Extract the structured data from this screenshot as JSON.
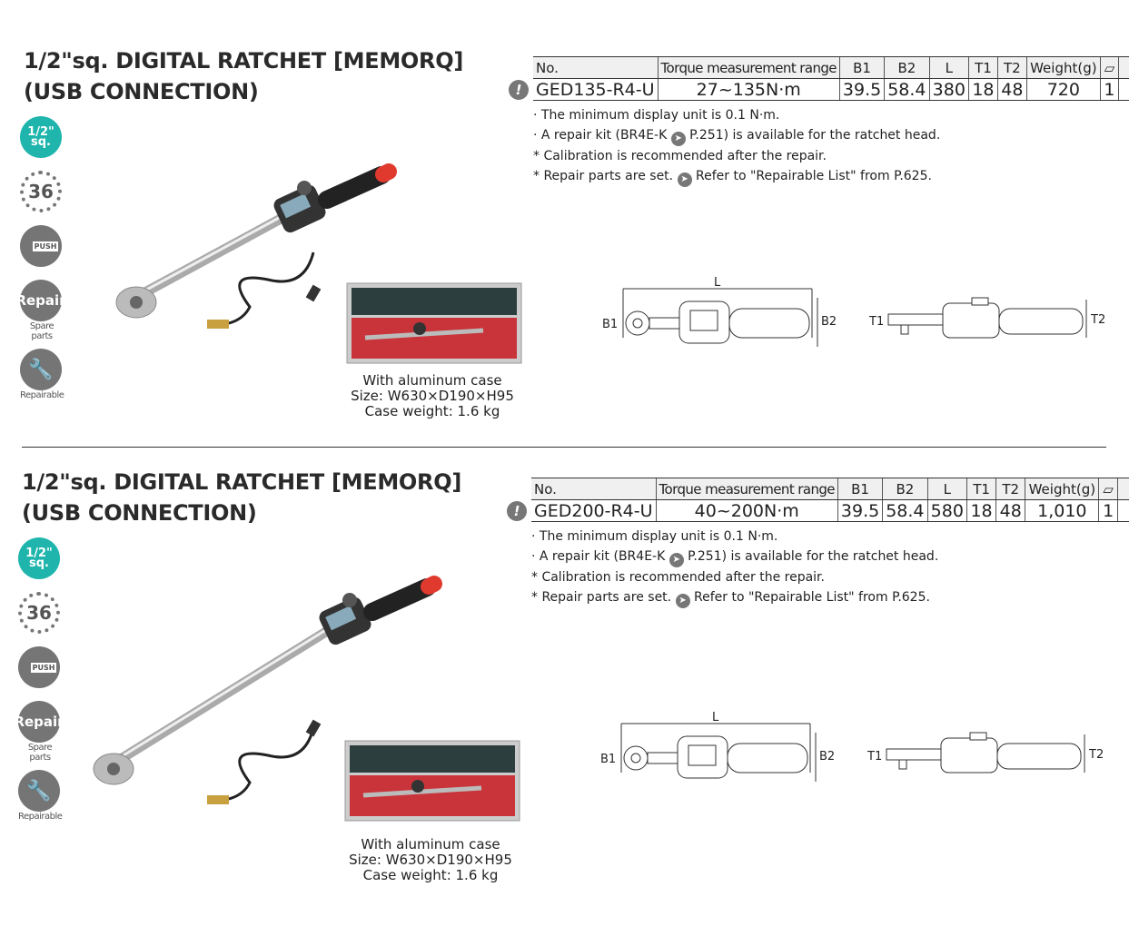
{
  "products": [
    {
      "title_line1": "1/2\"sq. DIGITAL RATCHET [MEMORQ]",
      "title_line2": "(USB CONNECTION)",
      "table": {
        "headers": [
          "No.",
          "Torque measurement range",
          "B1",
          "B2",
          "L",
          "T1",
          "T2",
          "Weight(g)",
          "",
          ""
        ],
        "row": [
          "GED135-R4-U",
          "27~135N·m",
          "39.5",
          "58.4",
          "380",
          "18",
          "48",
          "720",
          "1",
          ""
        ]
      },
      "notes": {
        "n1": "· The minimum display unit is 0.1 N·m.",
        "n2a": "· A repair kit (BR4E-K ",
        "n2b": " P.251) is available for the ratchet head.",
        "n3": "* Calibration is recommended after the repair.",
        "n4a": "* Repair parts are set. ",
        "n4b": " Refer to \"Repairable List\" from P.625."
      },
      "case_caption": [
        "With aluminum case",
        "Size: W630×D190×H95",
        "Case weight: 1.6 kg"
      ]
    },
    {
      "title_line1": "1/2\"sq. DIGITAL RATCHET [MEMORQ]",
      "title_line2": "(USB CONNECTION)",
      "table": {
        "headers": [
          "No.",
          "Torque measurement range",
          "B1",
          "B2",
          "L",
          "T1",
          "T2",
          "Weight(g)",
          "",
          ""
        ],
        "row": [
          "GED200-R4-U",
          "40~200N·m",
          "39.5",
          "58.4",
          "580",
          "18",
          "48",
          "1,010",
          "1",
          ""
        ]
      },
      "notes": {
        "n1": "· The minimum display unit is 0.1 N·m.",
        "n2a": "· A repair kit (BR4E-K ",
        "n2b": " P.251) is available for the ratchet head.",
        "n3": "* Calibration is recommended after the repair.",
        "n4a": "* Repair parts are set. ",
        "n4b": " Refer to \"Repairable List\" from P.625."
      },
      "case_caption": [
        "With aluminum case",
        "Size: W630×D190×H95",
        "Case weight: 1.6 kg"
      ]
    }
  ],
  "badges": {
    "size_top": "1/2\"",
    "size_bottom": "sq.",
    "teeth": "36",
    "push": "PUSH",
    "repair": "Repair",
    "repair_label": "Spare parts",
    "repairable_label": "Repairable"
  },
  "dimension_labels": {
    "L": "L",
    "B1": "B1",
    "B2": "B2",
    "T1": "T1",
    "T2": "T2"
  },
  "icons": {
    "warning": "!",
    "page_ref": "arrow-right-circle-icon",
    "box_count": "box-icon"
  },
  "colors": {
    "teal_badge": "#1fb5ad",
    "gray_badge": "#757575",
    "handle_red": "#e03a2f"
  }
}
